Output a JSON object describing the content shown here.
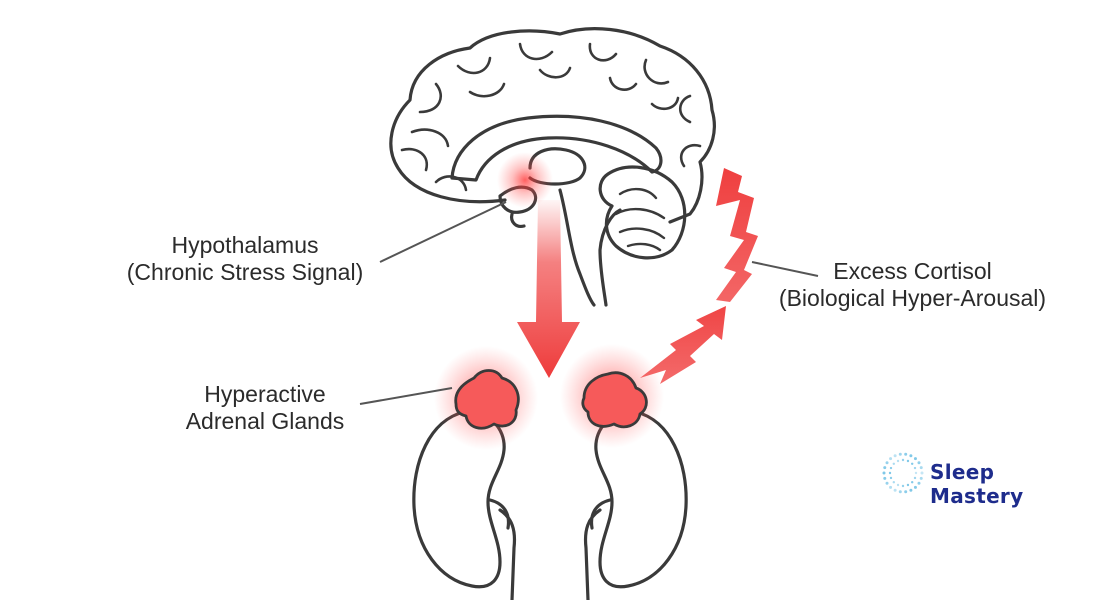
{
  "labels": {
    "hypothalamus": {
      "title": "Hypothalamus",
      "subtitle": "(Chronic Stress Signal)"
    },
    "cortisol": {
      "title": "Excess Cortisol",
      "subtitle": "(Biological Hyper-Arousal)"
    },
    "adrenal": {
      "line1": "Hyperactive",
      "line2": "Adrenal Glands"
    }
  },
  "brand": {
    "name": "Sleep Mastery",
    "icon": "dotted-ring-icon"
  },
  "colors": {
    "outline": "#3a3a3a",
    "arrow": "#f04a4a",
    "glow": "#ff3b3b",
    "brand_text": "#1e2c8c",
    "brand_ring": "#7fc8e8"
  }
}
